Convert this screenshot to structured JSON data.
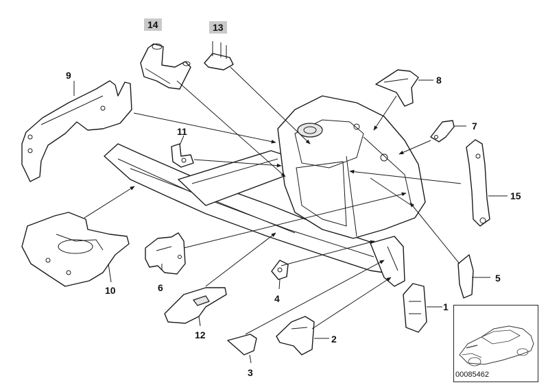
{
  "callouts": {
    "c1": "1",
    "c2": "2",
    "c3": "3",
    "c4": "4",
    "c5": "5",
    "c6": "6",
    "c7": "7",
    "c8": "8",
    "c9": "9",
    "c10": "10",
    "c11": "11",
    "c12": "12",
    "c13": "13",
    "c14": "14",
    "c15": "15"
  },
  "highlighted_callouts": [
    "13",
    "14"
  ],
  "highlight_color": "#c9c9c9",
  "inset": {
    "code": "00085462"
  }
}
